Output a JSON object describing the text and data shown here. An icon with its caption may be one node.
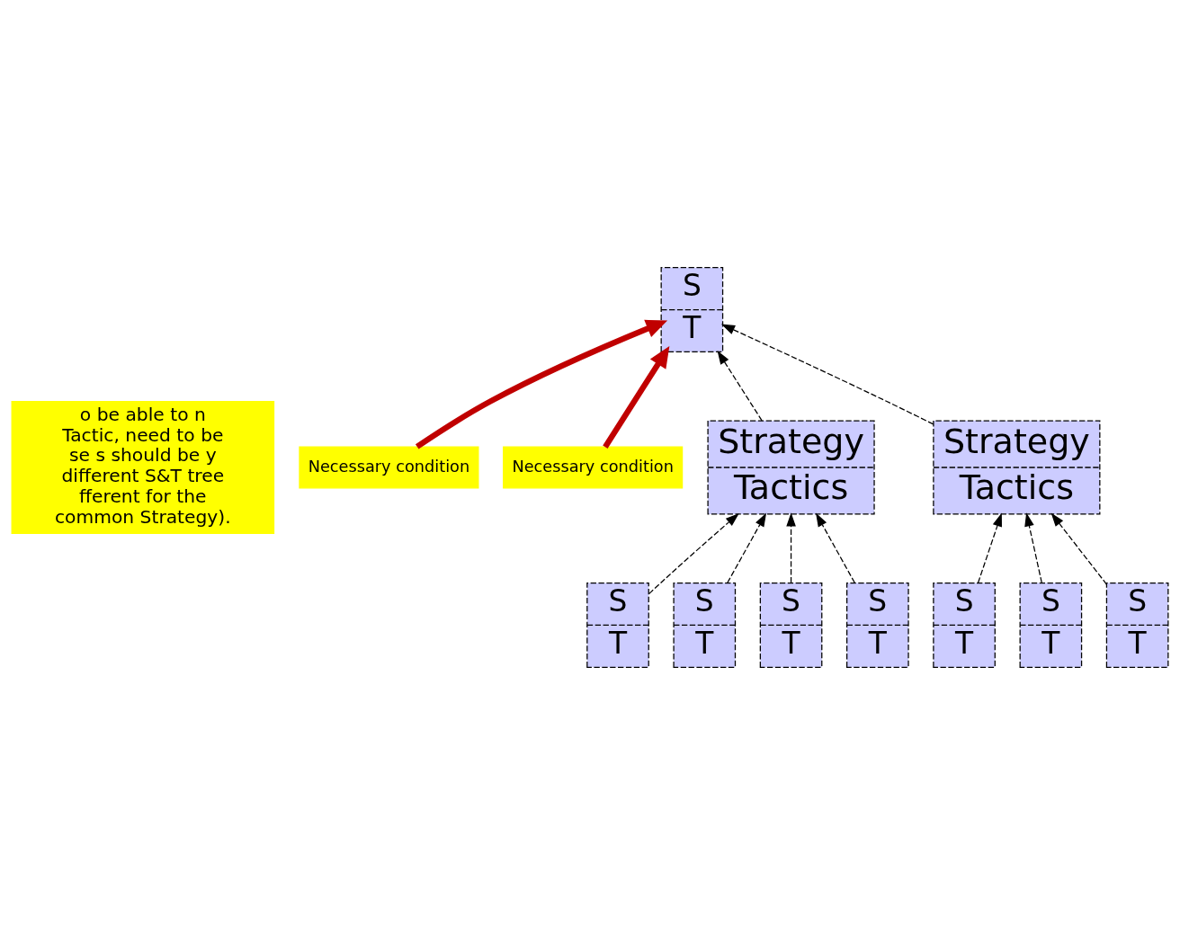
{
  "diagram": {
    "nodes": [
      {
        "text": [
          "o be able to n Tactic, need to be se s should be y different S&T tree fferent for the common Strategy)."
        ]
      },
      {
        "text": [
          "S",
          "T"
        ]
      },
      {
        "text": [
          "Necessary condition"
        ]
      },
      {
        "text": [
          "Necessary condition"
        ]
      },
      {
        "text": [
          "Strategy",
          "Tactics"
        ]
      },
      {
        "text": [
          "Strategy",
          "Tactics"
        ]
      },
      {
        "text": [
          "S",
          "T"
        ]
      },
      {
        "text": [
          "S",
          "T"
        ]
      },
      {
        "text": [
          "S",
          "T"
        ]
      },
      {
        "text": [
          "S",
          "T"
        ]
      },
      {
        "text": [
          "S",
          "T"
        ]
      },
      {
        "text": [
          "S",
          "T"
        ]
      },
      {
        "text": [
          "S",
          "T"
        ]
      }
    ],
    "edges": [
      {
        "from": 4,
        "to": 1,
        "arrow": "to",
        "style": "dashed"
      },
      {
        "from": 5,
        "to": 1,
        "arrow": "to",
        "style": "dashed"
      },
      {
        "from": 2,
        "to": 1,
        "arrow": "to",
        "style": "thick",
        "color": "#c00000"
      },
      {
        "from": 3,
        "to": 1,
        "arrow": "to",
        "style": "thick",
        "color": "#c00000"
      },
      {
        "from": 6,
        "to": 4,
        "arrow": "to",
        "style": "dashed"
      },
      {
        "from": 7,
        "to": 4,
        "arrow": "to",
        "style": "dashed"
      },
      {
        "from": 8,
        "to": 4,
        "arrow": "to",
        "style": "dashed"
      },
      {
        "from": 9,
        "to": 4,
        "arrow": "to",
        "style": "dashed"
      },
      {
        "from": 10,
        "to": 5,
        "arrow": "to",
        "style": "dashed"
      },
      {
        "from": 11,
        "to": 5,
        "arrow": "to",
        "style": "dashed"
      },
      {
        "from": 12,
        "to": 5,
        "arrow": "to",
        "style": "dashed"
      }
    ]
  }
}
